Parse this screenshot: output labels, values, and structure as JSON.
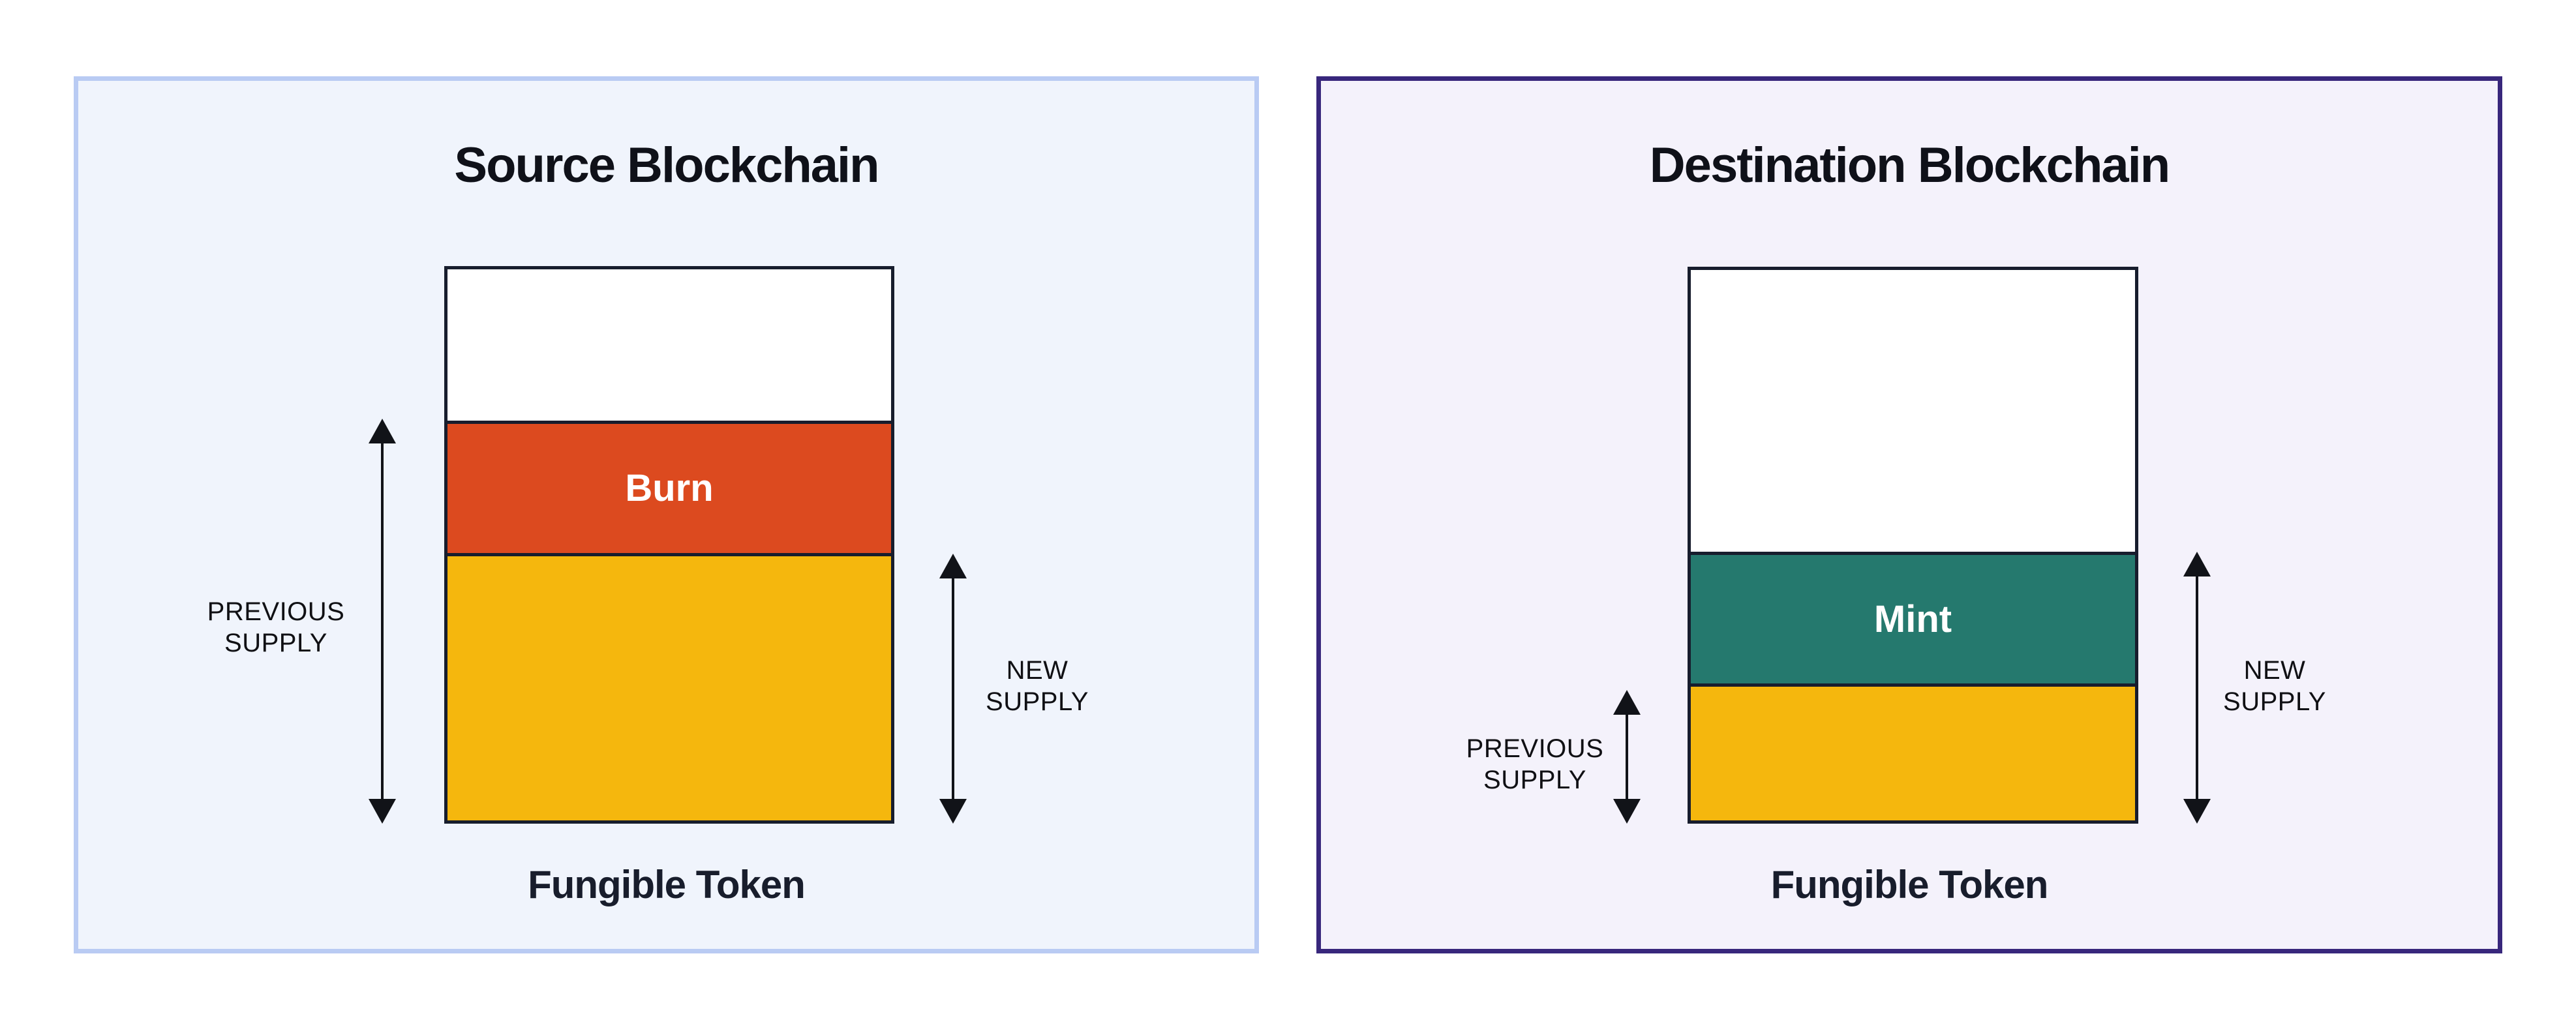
{
  "page": {
    "background": "#FFFFFF",
    "description_colors": {
      "bar_outline": "#171D2D",
      "burn_orange": "#DC4A1F",
      "mint_teal": "#25796E",
      "supply_yellow": "#F5B70D",
      "arrow_black": "#111318",
      "text_dark": "#0F1119"
    }
  },
  "panels": [
    {
      "id": "source",
      "title": "Source Blockchain",
      "background": "#F0F4FC",
      "border_color": "#B9CBF3",
      "caption": "Fungible Token",
      "bar": {
        "outline_color": "#171D2D",
        "sections": [
          {
            "name": "empty-top",
            "label": "",
            "color": "#FFFFFF",
            "height_pct": 27.4
          },
          {
            "name": "burn",
            "label": "Burn",
            "color": "#DC4A1F",
            "height_pct": 24.1
          },
          {
            "name": "new-supply-remainder",
            "label": "",
            "color": "#F5B70D",
            "height_pct": 48.5
          }
        ]
      },
      "annotations": {
        "previous_supply": {
          "line1": "PREVIOUS",
          "line2": "SUPPLY"
        },
        "new_supply": {
          "line1": "NEW",
          "line2": "SUPPLY"
        }
      }
    },
    {
      "id": "destination",
      "title": "Destination Blockchain",
      "background": "#F4F2FB",
      "border_color": "#38277C",
      "caption": "Fungible Token",
      "bar": {
        "outline_color": "#171D2D",
        "sections": [
          {
            "name": "empty-top",
            "label": "",
            "color": "#FFFFFF",
            "height_pct": 51.2
          },
          {
            "name": "mint",
            "label": "Mint",
            "color": "#25796E",
            "height_pct": 23.9
          },
          {
            "name": "previous-supply",
            "label": "",
            "color": "#F5B70D",
            "height_pct": 24.9
          }
        ]
      },
      "annotations": {
        "previous_supply": {
          "line1": "PREVIOUS",
          "line2": "SUPPLY"
        },
        "new_supply": {
          "line1": "NEW",
          "line2": "SUPPLY"
        }
      }
    }
  ]
}
